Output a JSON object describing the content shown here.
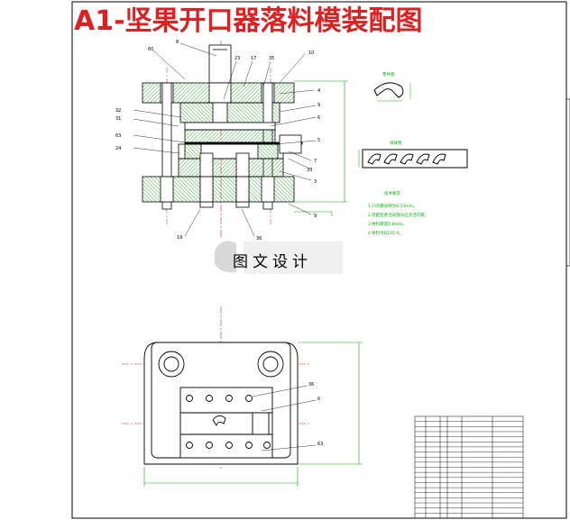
{
  "title": "A1-坚果开口器落料模装配图",
  "watermark": "图文设计",
  "colors": {
    "title": "#e02020",
    "dimension": "#00b000",
    "centerline": "#e02020",
    "hatch": "#00a000",
    "line": "#000000"
  },
  "part_labels": {
    "p8": "8",
    "p60": "60",
    "p23": "23",
    "p17": "17",
    "p35": "35",
    "p10": "10",
    "p4": "4",
    "p9a": "9",
    "p32": "32",
    "p31": "31",
    "p6": "6",
    "p5": "5",
    "p63": "63",
    "p24": "24",
    "p7": "7",
    "p33": "33",
    "p3": "3",
    "p9": "9",
    "p19": "19",
    "p36": "36",
    "p36b": "36",
    "p6b": "6",
    "p63b": "63"
  },
  "notes": {
    "header": "技术要求",
    "lines": [
      "1.凸凹模间隙为0.13mm。",
      "2.装配后各活动部分应灵活可靠。",
      "3.材料厚度0.8mm。",
      "4.材料为Q235-A。"
    ]
  },
  "strip_label": "排样图",
  "part_label": "零件图"
}
